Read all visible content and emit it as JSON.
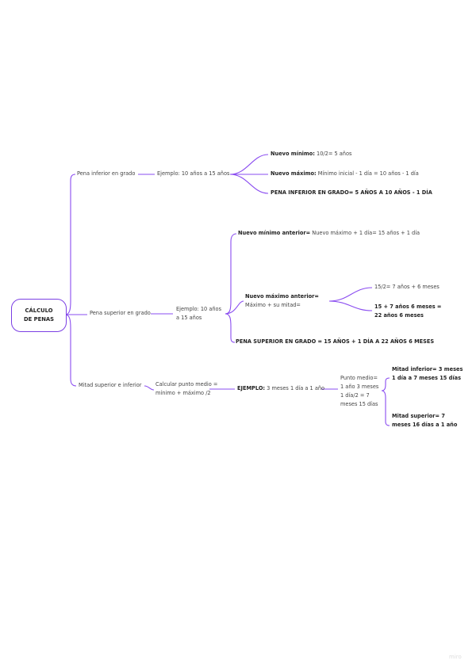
{
  "root": {
    "line1": "CÁLCULO",
    "line2": "DE PENAS"
  },
  "accent_color": "#8a4cf0",
  "branch1": {
    "label": "Pena inferior en grado",
    "example": "Ejemplo: 10 años a 15 años",
    "items": [
      {
        "bold": "Nuevo mínimo:",
        "text": " 10/2= 5 años"
      },
      {
        "bold": "Nuevo máximo:",
        "text": " Mínimo inicial - 1 día = 10 años - 1 día"
      },
      {
        "bold": "PENA INFERIOR EN GRADO= 5 AÑOS A 10 AÑOS - 1 DÍA",
        "text": ""
      }
    ]
  },
  "branch2": {
    "label": "Pena superior en grado",
    "example_l1": "Ejemplo: 10 años",
    "example_l2": "a 15 años",
    "min": {
      "bold": "Nuevo mínimo anterior=",
      "text": " Nuevo máximo + 1 día= 15 años + 1 día"
    },
    "max": {
      "bold": "Nuevo máximo  anterior=",
      "text": "Máximo + su mitad="
    },
    "max_items": [
      {
        "line1": "15/2= 7 años + 6 meses",
        "line2": ""
      },
      {
        "line1": "15 + 7 años 6 meses =",
        "line2": "22 años 6 meses"
      }
    ],
    "result": "PENA SUPERIOR EN GRADO = 15 AÑOS + 1 DÍA A 22 AÑOS 6 MESES"
  },
  "branch3": {
    "label": "Mitad superior e inferior",
    "calc_l1": "Calcular punto medio =",
    "calc_l2": "mínimo + máximo /2",
    "example_bold": "EJEMPLO:",
    "example_text": " 3 meses 1 día a 1 año",
    "midpoint": [
      "Punto medio=",
      "1 año 3 meses",
      "1 día/2 = 7",
      "meses 15 días"
    ],
    "lower": [
      "Mitad inferior= 3 meses",
      "1 día a 7 meses 15 días"
    ],
    "upper": [
      "Mitad superior= 7",
      "meses 16 días a 1 año"
    ]
  },
  "watermark": "miro"
}
